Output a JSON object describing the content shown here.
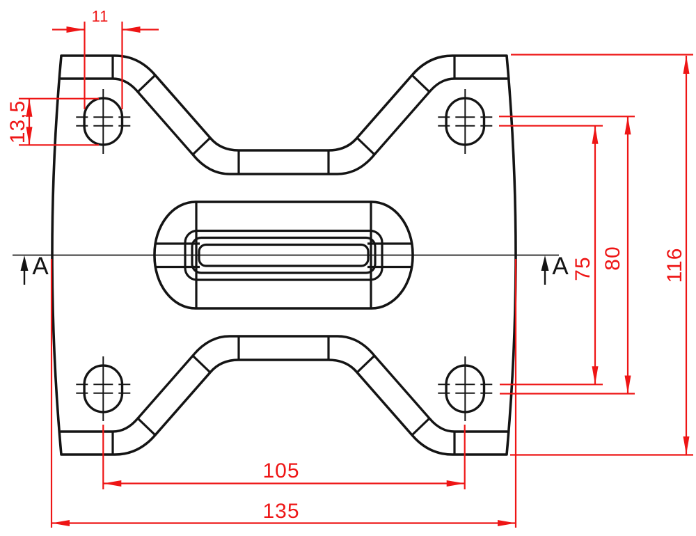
{
  "drawing": {
    "type": "engineering-dimension-drawing",
    "colors": {
      "line": "#141414",
      "dimension": "#ee1515",
      "background": "#ffffff"
    },
    "section_markers": {
      "left": "A",
      "right": "A"
    },
    "dimensions": {
      "slot_width": {
        "value": "11"
      },
      "slot_height": {
        "value": "13,5"
      },
      "hole_pitch_vertical_inner": {
        "value": "75"
      },
      "hole_pitch_vertical_outer": {
        "value": "80"
      },
      "overall_height": {
        "value": "116"
      },
      "hole_pitch_horizontal": {
        "value": "105"
      },
      "overall_width": {
        "value": "135"
      }
    }
  }
}
